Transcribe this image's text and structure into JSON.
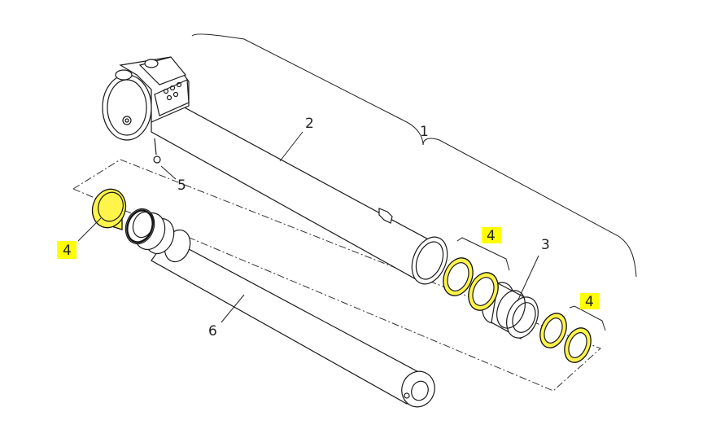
{
  "callouts": {
    "c1": "1",
    "c2": "2",
    "c3": "3",
    "c4_left": "4",
    "c4_middle": "4",
    "c4_right": "4",
    "c5": "5",
    "c6": "6"
  },
  "colors": {
    "highlight": "#ffff00",
    "seal_fill": "#fff44a",
    "line": "#1a1a1a"
  }
}
